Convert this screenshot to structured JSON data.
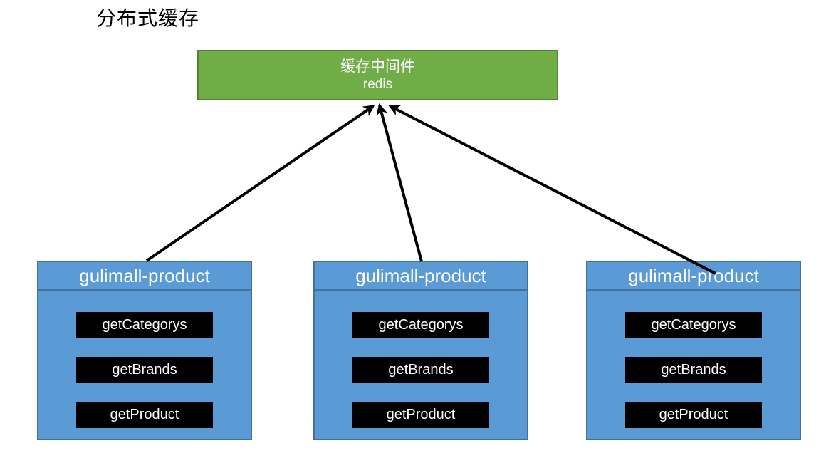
{
  "title": "分布式缓存",
  "middleware": {
    "name": "缓存中间件",
    "tech": "redis"
  },
  "services": [
    {
      "name": "gulimall-product",
      "methods": [
        "getCategorys",
        "getBrands",
        "getProduct"
      ]
    },
    {
      "name": "gulimall-product",
      "methods": [
        "getCategorys",
        "getBrands",
        "getProduct"
      ]
    },
    {
      "name": "gulimall-product",
      "methods": [
        "getCategorys",
        "getBrands",
        "getProduct"
      ]
    }
  ],
  "colors": {
    "middleware_fill": "#70AD47",
    "middleware_border": "#548235",
    "service_fill": "#5B9BD5",
    "service_border": "#41719C",
    "method_fill": "#000000",
    "arrow": "#000000",
    "text_on_fill": "#FFFFFF",
    "title_text": "#000000"
  }
}
